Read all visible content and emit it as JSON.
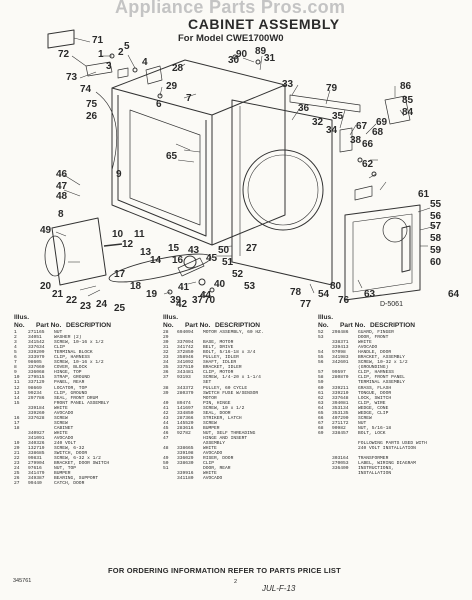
{
  "watermark": "Appliance Parts Pros.com",
  "title": "CABINET ASSEMBLY",
  "subtitle": "For Model CWE1700W0",
  "figure_number": "D-5061",
  "callouts": [
    {
      "n": "71"
    },
    {
      "n": "72"
    },
    {
      "n": "73"
    },
    {
      "n": "74"
    },
    {
      "n": "75"
    },
    {
      "n": "1"
    },
    {
      "n": "2"
    },
    {
      "n": "3"
    },
    {
      "n": "4"
    },
    {
      "n": "5"
    },
    {
      "n": "29"
    },
    {
      "n": "28"
    },
    {
      "n": "6"
    },
    {
      "n": "7"
    },
    {
      "n": "26"
    },
    {
      "n": "30"
    },
    {
      "n": "90"
    },
    {
      "n": "89"
    },
    {
      "n": "31"
    },
    {
      "n": "33"
    },
    {
      "n": "36"
    },
    {
      "n": "79"
    },
    {
      "n": "86"
    },
    {
      "n": "85"
    },
    {
      "n": "84"
    },
    {
      "n": "69"
    },
    {
      "n": "68"
    },
    {
      "n": "67"
    },
    {
      "n": "38"
    },
    {
      "n": "35"
    },
    {
      "n": "32"
    },
    {
      "n": "34"
    },
    {
      "n": "66"
    },
    {
      "n": "65"
    },
    {
      "n": "62"
    },
    {
      "n": "61"
    },
    {
      "n": "55"
    },
    {
      "n": "56"
    },
    {
      "n": "57"
    },
    {
      "n": "58"
    },
    {
      "n": "59"
    },
    {
      "n": "60"
    },
    {
      "n": "64"
    },
    {
      "n": "63"
    },
    {
      "n": "46"
    },
    {
      "n": "47"
    },
    {
      "n": "48"
    },
    {
      "n": "49"
    },
    {
      "n": "8"
    },
    {
      "n": "9"
    },
    {
      "n": "10"
    },
    {
      "n": "11"
    },
    {
      "n": "12"
    },
    {
      "n": "13"
    },
    {
      "n": "14"
    },
    {
      "n": "15"
    },
    {
      "n": "16"
    },
    {
      "n": "17"
    },
    {
      "n": "18"
    },
    {
      "n": "19"
    },
    {
      "n": "20"
    },
    {
      "n": "21"
    },
    {
      "n": "22"
    },
    {
      "n": "23"
    },
    {
      "n": "24"
    },
    {
      "n": "25"
    },
    {
      "n": "27"
    },
    {
      "n": "37"
    },
    {
      "n": "39"
    },
    {
      "n": "41"
    },
    {
      "n": "42"
    },
    {
      "n": "44"
    },
    {
      "n": "40"
    },
    {
      "n": "70"
    },
    {
      "n": "43"
    },
    {
      "n": "45"
    },
    {
      "n": "50"
    },
    {
      "n": "51"
    },
    {
      "n": "52"
    },
    {
      "n": "53"
    },
    {
      "n": "54"
    },
    {
      "n": "76"
    },
    {
      "n": "77"
    },
    {
      "n": "78"
    },
    {
      "n": "80"
    }
  ],
  "table_headers": [
    "Illus. No.",
    "Part No.",
    "DESCRIPTION"
  ],
  "columns": [
    {
      "rows": [
        {
          "k": "1",
          "p": "271165",
          "d": "NUT"
        },
        {
          "k": "2",
          "p": "34051",
          "d": "WASHER (2)"
        },
        {
          "k": "3",
          "p": "341542",
          "d": "SCREW, 10-16 x 1/2"
        },
        {
          "k": "4",
          "p": "337634",
          "d": "CLIP"
        },
        {
          "k": "5",
          "p": "339209",
          "d": "TERMINAL BLOCK"
        },
        {
          "k": "6",
          "p": "333979",
          "d": "CLIP, HARNESS"
        },
        {
          "k": "7",
          "p": "98605",
          "d": "SCREW, 10-16 x 1/2"
        },
        {
          "k": "8",
          "p": "337660",
          "d": "COVER, BLOCK"
        },
        {
          "k": "9",
          "p": "336068",
          "d": "HINGE, TOP"
        },
        {
          "k": "10",
          "p": "279515",
          "d": "STRAP, GROUND"
        },
        {
          "k": "11",
          "p": "337129",
          "d": "PANEL, REAR"
        },
        {
          "k": "12",
          "p": "98669",
          "d": "LOCATOR, TOP"
        },
        {
          "k": "13",
          "p": "99234",
          "d": "CLIP, GROUND"
        },
        {
          "k": "14",
          "p": "297786",
          "d": "SEAL, FRONT DRUM"
        },
        {
          "k": "15",
          "p": "",
          "d": "FRONT PANEL ASSEMBLY"
        },
        {
          "k": "",
          "p": "339184",
          "d": "WHITE"
        },
        {
          "k": "",
          "p": "339260",
          "d": "AVOCADO"
        },
        {
          "k": "16",
          "p": "337628",
          "d": "SCREW"
        },
        {
          "k": "17",
          "p": "",
          "d": "SCREW"
        },
        {
          "k": "18",
          "p": "",
          "d": "CABINET"
        },
        {
          "k": "",
          "p": "340927",
          "d": "WHITE"
        },
        {
          "k": "",
          "p": "341091",
          "d": "AVOCADO"
        },
        {
          "k": "19",
          "p": "340326",
          "d": "240 VOLT"
        },
        {
          "k": "20",
          "p": "132719",
          "d": "SCREW, 6-32"
        },
        {
          "k": "21",
          "p": "338685",
          "d": "SWITCH, DOOR"
        },
        {
          "k": "22",
          "p": "99831",
          "d": "SCREW, 6-32 x 1/2"
        },
        {
          "k": "23",
          "p": "279904",
          "d": "BRACKET, DOOR SWITCH"
        },
        {
          "k": "24",
          "p": "97616",
          "d": "NUT, TOP"
        },
        {
          "k": "25",
          "p": "341479",
          "d": "BUMPER"
        },
        {
          "k": "26",
          "p": "349387",
          "d": "BEARING, SUPPORT"
        },
        {
          "k": "27",
          "p": "99440",
          "d": "CATCH, DOOR"
        }
      ]
    },
    {
      "rows": [
        {
          "k": "28",
          "p": "694094",
          "d": "MOTOR ASSEMBLY, 60 HZ."
        },
        {
          "k": "29",
          "p": "",
          "d": ""
        },
        {
          "k": "30",
          "p": "337094",
          "d": "BASE, MOTOR"
        },
        {
          "k": "31",
          "p": "341742",
          "d": "BELT, DRIVE"
        },
        {
          "k": "32",
          "p": "372850",
          "d": "BOLT, 5/16-18 x 3/4"
        },
        {
          "k": "33",
          "p": "358946",
          "d": "PULLEY, IDLER"
        },
        {
          "k": "34",
          "p": "341092",
          "d": "SHAFT, IDLER"
        },
        {
          "k": "35",
          "p": "337510",
          "d": "BRACKET, IDLER"
        },
        {
          "k": "36",
          "p": "343481",
          "d": "CLIP, MOTOR"
        },
        {
          "k": "37",
          "p": "93193",
          "d": "SCREW, 1/4-20 x 1-1/4"
        },
        {
          "k": "",
          "p": "",
          "d": "SET"
        },
        {
          "k": "38",
          "p": "343372",
          "d": "PULLEY, 60 CYCLE"
        },
        {
          "k": "39",
          "p": "280379",
          "d": "SWITCH FUSE W/SENSOR"
        },
        {
          "k": "",
          "p": "",
          "d": "MOTOR"
        },
        {
          "k": "40",
          "p": "89474",
          "d": "PIN, HINGE"
        },
        {
          "k": "41",
          "p": "141697",
          "d": "SCREW, 10 x 1/2"
        },
        {
          "k": "42",
          "p": "334850",
          "d": "SEAL, DOOR"
        },
        {
          "k": "43",
          "p": "287366",
          "d": "STRIKER, LATCH"
        },
        {
          "k": "44",
          "p": "145520",
          "d": "SCREW"
        },
        {
          "k": "45",
          "p": "283616",
          "d": "BUMPER"
        },
        {
          "k": "46",
          "p": "92782",
          "d": "NUT, SELF THREADING"
        },
        {
          "k": "47",
          "p": "",
          "d": "HINGE AND INSERT"
        },
        {
          "k": "",
          "p": "",
          "d": "ASSEMBLY"
        },
        {
          "k": "48",
          "p": "338665",
          "d": "WHITE"
        },
        {
          "k": "",
          "p": "339108",
          "d": "AVOCADO"
        },
        {
          "k": "49",
          "p": "336029",
          "d": "RISER, DOOR"
        },
        {
          "k": "50",
          "p": "338630",
          "d": "CLIP"
        },
        {
          "k": "51",
          "p": "",
          "d": "DOOR, REAR"
        },
        {
          "k": "",
          "p": "339916",
          "d": "WHITE"
        },
        {
          "k": "",
          "p": "341180",
          "d": "AVOCADO"
        }
      ]
    },
    {
      "rows": [
        {
          "k": "52",
          "p": "298486",
          "d": "GUARD, FINGER"
        },
        {
          "k": "53",
          "p": "",
          "d": "DOOR, FRONT"
        },
        {
          "k": "",
          "p": "338371",
          "d": "WHITE"
        },
        {
          "k": "",
          "p": "339413",
          "d": "AVOCADO"
        },
        {
          "k": "54",
          "p": "97098",
          "d": "HANDLE, DOOR"
        },
        {
          "k": "55",
          "p": "341983",
          "d": "BRACKET, ASSEMBLY"
        },
        {
          "k": "56",
          "p": "342601",
          "d": "SCREW, 10-32 x 1/2"
        },
        {
          "k": "",
          "p": "",
          "d": "(GROUNDING)"
        },
        {
          "k": "57",
          "p": "99597",
          "d": "CLIP, HARNESS"
        },
        {
          "k": "58",
          "p": "280870",
          "d": "CLIP, FRONT PANEL"
        },
        {
          "k": "59",
          "p": "",
          "d": "TERMINAL ASSEMBLY"
        },
        {
          "k": "60",
          "p": "339211",
          "d": "GRASS, FLASH"
        },
        {
          "k": "61",
          "p": "339210",
          "d": "TONGUE, DOOR"
        },
        {
          "k": "62",
          "p": "337648",
          "d": "LOCK, SWITCH"
        },
        {
          "k": "63",
          "p": "394081",
          "d": "CLIP, WIRE"
        },
        {
          "k": "64",
          "p": "353134",
          "d": "WEDGE, CONE"
        },
        {
          "k": "65",
          "p": "353135",
          "d": "WEDGE, CLIP"
        },
        {
          "k": "66",
          "p": "407290",
          "d": "SCREW"
        },
        {
          "k": "67",
          "p": "271172",
          "d": "NUT"
        },
        {
          "k": "68",
          "p": "90982",
          "d": "NUT, 5/16-18"
        },
        {
          "k": "69",
          "p": "338457",
          "d": "BOLT, LOCK"
        },
        {
          "k": "",
          "p": "",
          "d": ""
        },
        {
          "k": "",
          "p": "",
          "d": "FOLLOWING PARTS USED WITH"
        },
        {
          "k": "",
          "p": "",
          "d": "240 VOLT INSTALLATION"
        },
        {
          "k": "",
          "p": "",
          "d": ""
        },
        {
          "k": "",
          "p": "303164",
          "d": "TRANSFORMER"
        },
        {
          "k": "",
          "p": "270053",
          "d": "LABEL, WIRING DIAGRAM"
        },
        {
          "k": "",
          "p": "336400",
          "d": "INSTRUCTIONS,"
        },
        {
          "k": "",
          "p": "",
          "d": "INSTALLATION"
        }
      ]
    }
  ],
  "footer": "FOR ORDERING INFORMATION REFER TO PARTS PRICE LIST",
  "revision": "345761",
  "page_number": "2",
  "date_mark": "JUL-F-13"
}
